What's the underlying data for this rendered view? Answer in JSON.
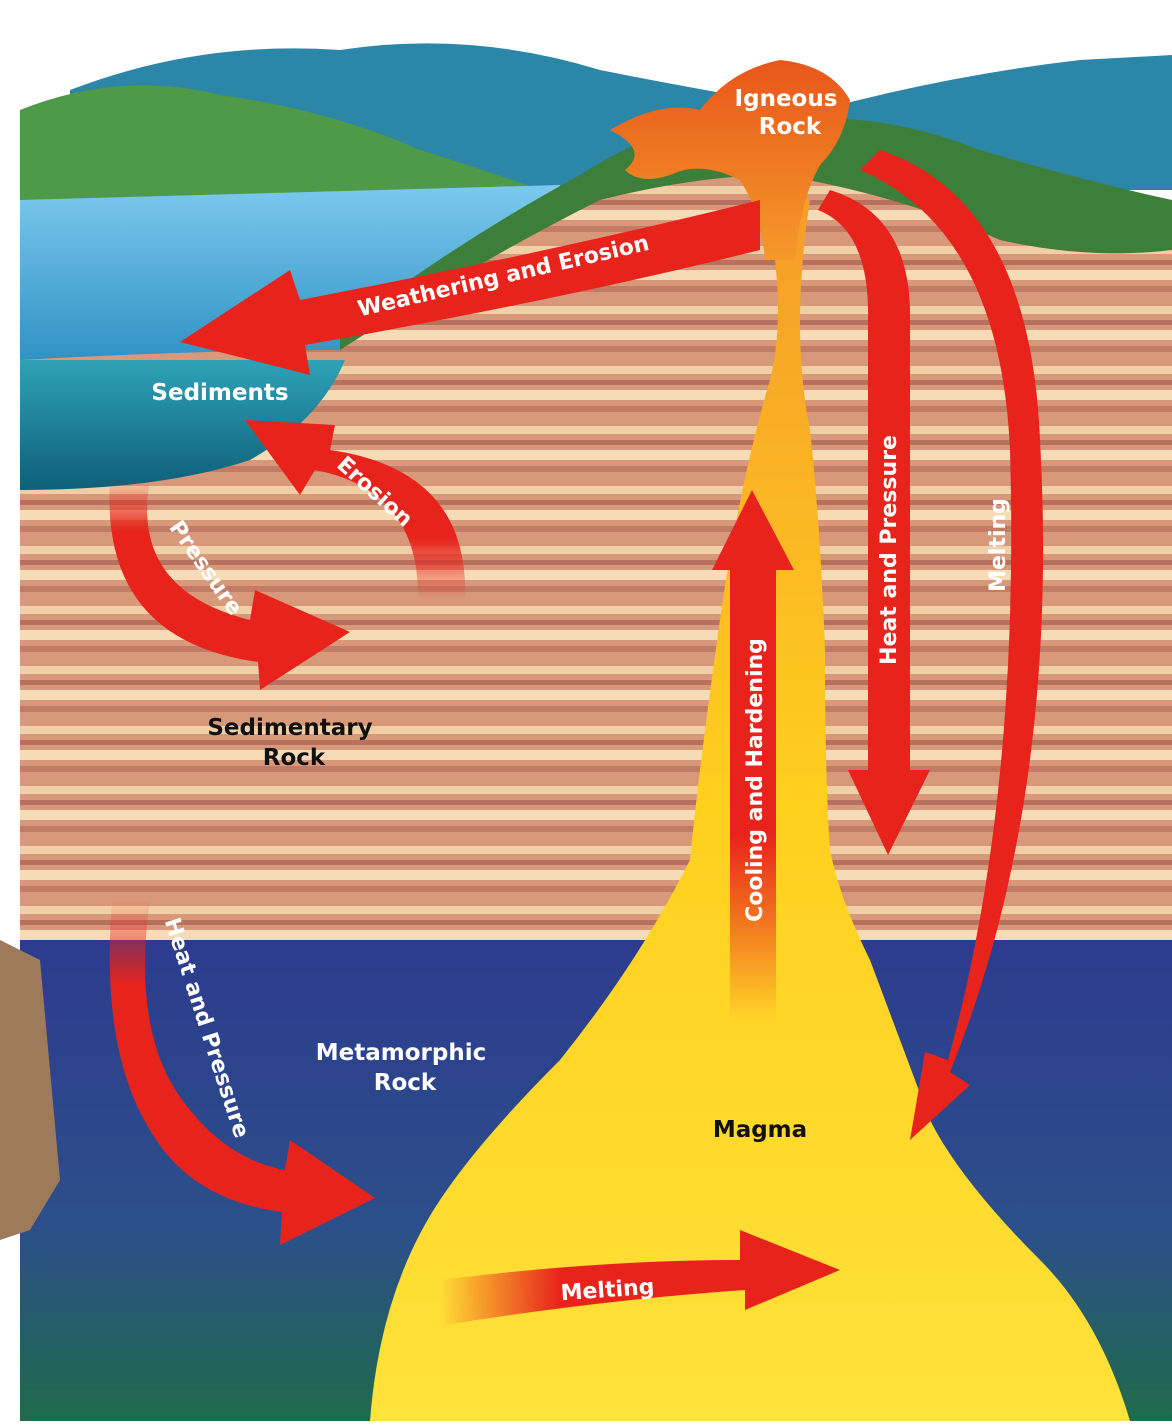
{
  "labels": {
    "igneous_rock": [
      "Igneous",
      "Rock"
    ],
    "sediments": "Sediments",
    "sedimentary_rock": [
      "Sedimentary",
      "Rock"
    ],
    "metamorphic_rock": [
      "Metamorphic",
      "Rock"
    ],
    "magma": "Magma"
  },
  "arrows": {
    "weathering_erosion": "Weathering and Erosion",
    "erosion": "Erosion",
    "pressure": "Pressure",
    "heat_pressure_left": "Heat and Pressure",
    "melting_bottom": "Melting",
    "cooling_hardening": "Cooling and Hardening",
    "heat_pressure_right": "Heat and Pressure",
    "melting_right": "Melting"
  },
  "colors": {
    "arrow": "#e8231c",
    "magma": "#ffd21a",
    "lava": "#f07a1a",
    "water": "#3fa6d8",
    "metamorphic": "#2e3f8c",
    "sedimentary": "#d99a78",
    "hills": "#3e8c3c",
    "sky": "#ffffff"
  }
}
